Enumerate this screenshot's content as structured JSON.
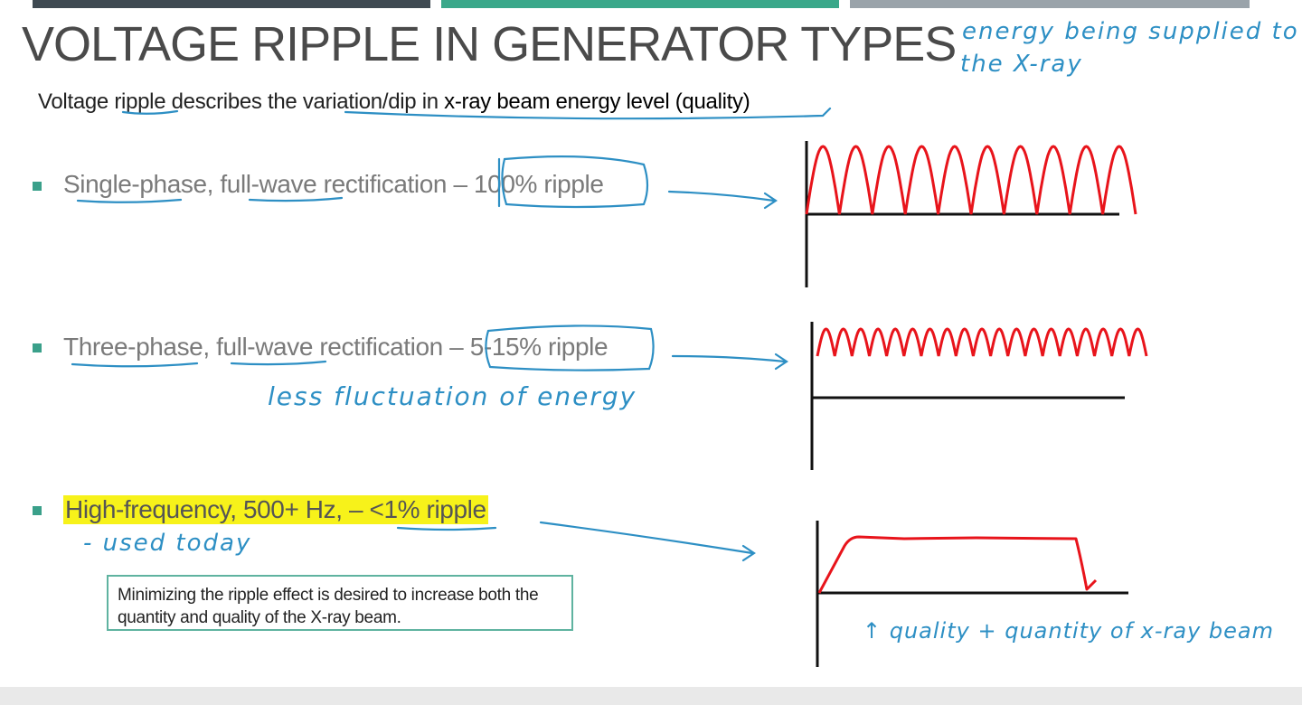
{
  "slide": {
    "title": "VOLTAGE RIPPLE IN GENERATOR TYPES",
    "subtitle_parts": [
      "Voltage ripple describes the variation/dip in ",
      "x-ray beam energy level (quality)"
    ],
    "top_bar_colors": [
      "#3f4a52",
      "#3aa88a",
      "#9aa3aa"
    ],
    "bullets": [
      {
        "text": "Single-phase, full-wave rectification – 100% ripple"
      },
      {
        "text": "Three-phase, full-wave rectification – 5-15% ripple"
      },
      {
        "text": "High-frequency, 500+ Hz, – <1% ripple",
        "highlight": "#f7f21a"
      }
    ],
    "note": "Minimizing the ripple effect is desired to increase both the quantity and quality of the X-ray beam."
  },
  "annotations": {
    "energy_note_line1": "energy being supplied to",
    "energy_note_line2": "the X-ray",
    "three_phase_note": "less fluctuation of energy",
    "high_freq_note": "- used today",
    "bottom_note": "↑ quality + quantity of x-ray beam",
    "ink_color": "#2d8fc4"
  },
  "waveforms": {
    "single_phase": {
      "cycles": 10,
      "ripple_percent": 100
    },
    "three_phase": {
      "cycles": 19,
      "ripple_percent": 15
    },
    "high_frequency": {
      "ripple_percent": 1
    },
    "wave_color": "#e8141b"
  }
}
